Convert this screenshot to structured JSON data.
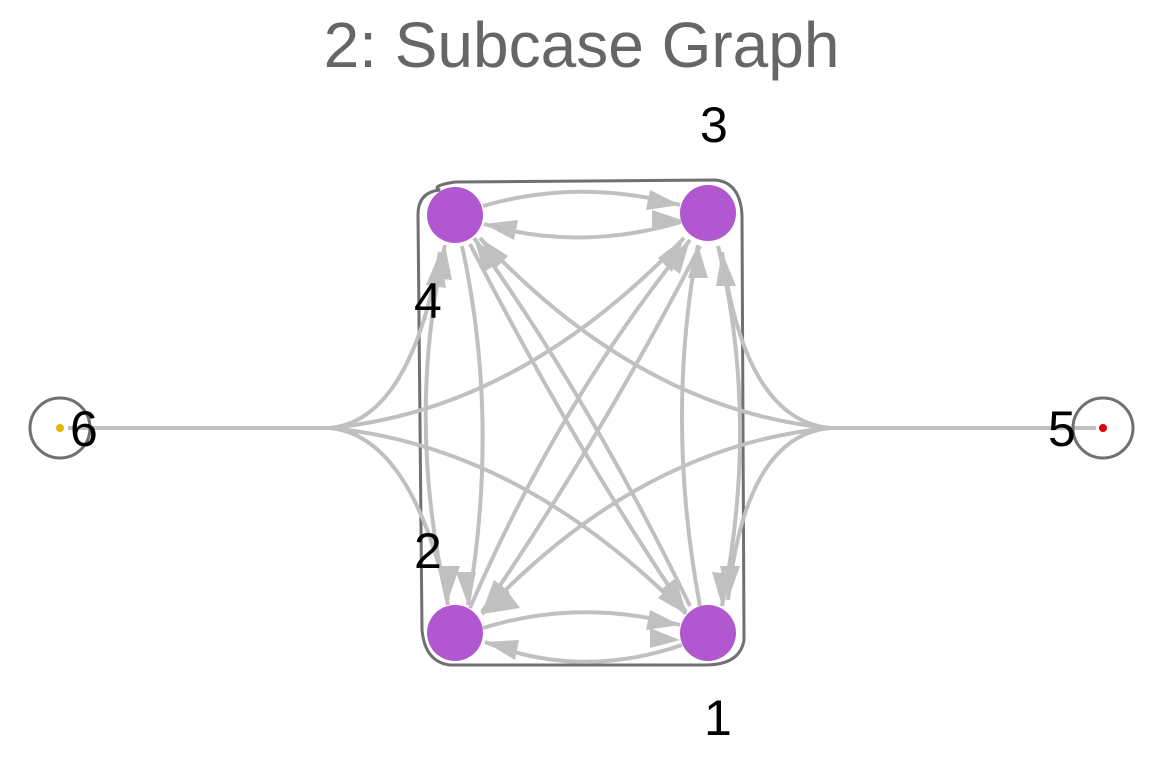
{
  "title": "2: Subcase Graph",
  "nodes": [
    {
      "id": "1",
      "label": "1",
      "kind": "filled",
      "color": "#b157cf"
    },
    {
      "id": "2",
      "label": "2",
      "kind": "filled",
      "color": "#b157cf"
    },
    {
      "id": "3",
      "label": "3",
      "kind": "filled",
      "color": "#b157cf"
    },
    {
      "id": "4",
      "label": "4",
      "kind": "filled",
      "color": "#b157cf"
    },
    {
      "id": "5",
      "label": "5",
      "kind": "self-loop",
      "color": "#e00000"
    },
    {
      "id": "6",
      "label": "6",
      "kind": "self-loop",
      "color": "#e6b800"
    }
  ],
  "edges": [
    {
      "from": "2",
      "to": "1"
    },
    {
      "from": "1",
      "to": "2"
    },
    {
      "from": "4",
      "to": "3"
    },
    {
      "from": "3",
      "to": "4"
    },
    {
      "from": "2",
      "to": "4"
    },
    {
      "from": "4",
      "to": "2"
    },
    {
      "from": "1",
      "to": "3"
    },
    {
      "from": "3",
      "to": "1"
    },
    {
      "from": "2",
      "to": "3"
    },
    {
      "from": "3",
      "to": "2"
    },
    {
      "from": "4",
      "to": "1"
    },
    {
      "from": "1",
      "to": "4"
    },
    {
      "from": "6",
      "to": "1"
    },
    {
      "from": "6",
      "to": "2"
    },
    {
      "from": "6",
      "to": "3"
    },
    {
      "from": "6",
      "to": "4"
    },
    {
      "from": "5",
      "to": "1"
    },
    {
      "from": "5",
      "to": "2"
    },
    {
      "from": "5",
      "to": "3"
    },
    {
      "from": "5",
      "to": "4"
    }
  ],
  "colors": {
    "edge": "#c0c0c0",
    "border": "#707070",
    "title": "#666666"
  }
}
